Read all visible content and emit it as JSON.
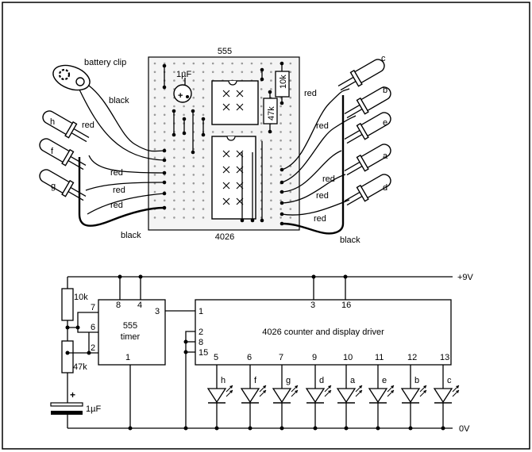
{
  "layout_labels": {
    "chip_top": "555",
    "chip_bottom": "4026",
    "cap": "1µF",
    "res_10k": "10k",
    "res_47k": "47k",
    "battery": "battery clip"
  },
  "wire_labels": {
    "black_battery": "black",
    "red_battery": "red",
    "red_h": "red",
    "red_f": "red",
    "red_g": "red",
    "black_left": "black",
    "red_c": "red",
    "red_b": "red",
    "red_e": "red",
    "red_a": "red",
    "red_d": "red",
    "black_right": "black"
  },
  "leds_left": [
    "h",
    "f",
    "g"
  ],
  "leds_right": [
    "c",
    "b",
    "e",
    "a",
    "d"
  ],
  "schematic": {
    "rail_top": "+9V",
    "rail_bottom": "0V",
    "r1": "10k",
    "r2": "47k",
    "c1": "1µF",
    "timer_name_1": "555",
    "timer_name_2": "timer",
    "timer_pins": {
      "p8": "8",
      "p4": "4",
      "p7": "7",
      "p6": "6",
      "p2": "2",
      "p3": "3",
      "p1": "1"
    },
    "counter_name": "4026 counter and display driver",
    "counter_pins": {
      "p1": "1",
      "p3": "3",
      "p16": "16",
      "p2": "2",
      "p8": "8",
      "p15": "15"
    },
    "segments": [
      {
        "pin": "5",
        "seg": "h"
      },
      {
        "pin": "6",
        "seg": "f"
      },
      {
        "pin": "7",
        "seg": "g"
      },
      {
        "pin": "9",
        "seg": "d"
      },
      {
        "pin": "10",
        "seg": "a"
      },
      {
        "pin": "11",
        "seg": "e"
      },
      {
        "pin": "12",
        "seg": "b"
      },
      {
        "pin": "13",
        "seg": "c"
      }
    ]
  }
}
